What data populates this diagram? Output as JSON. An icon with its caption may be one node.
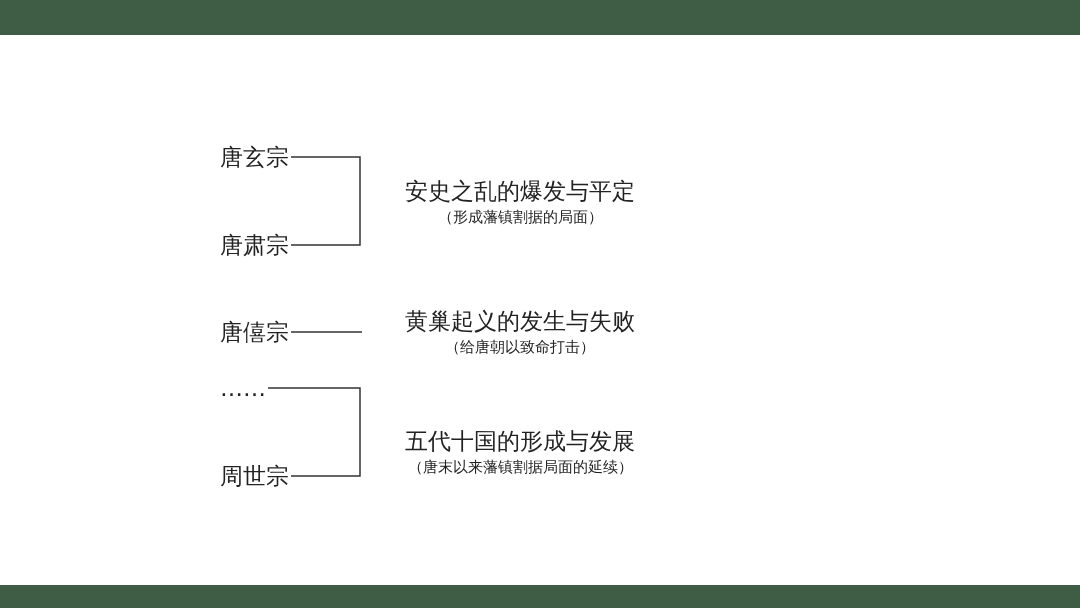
{
  "diagram": {
    "nodes": [
      {
        "text": [
          "唐玄宗"
        ]
      },
      {
        "text": [
          "唐肃宗"
        ]
      },
      {
        "text": [
          "安史之乱的爆发与平定",
          "（形成藩镇割据的局面）"
        ]
      },
      {
        "text": [
          "唐僖宗"
        ]
      },
      {
        "text": [
          "黄巢起义的发生与失败",
          "（给唐朝以致命打击）"
        ]
      },
      {
        "text": [
          "……"
        ]
      },
      {
        "text": [
          "周世宗"
        ]
      },
      {
        "text": [
          "五代十国的形成与发展",
          "（唐末以来藩镇割据局面的延续）"
        ]
      }
    ],
    "edges": [
      {
        "from": 0,
        "to": 2,
        "arrow": "none"
      },
      {
        "from": 1,
        "to": 2,
        "arrow": "none"
      },
      {
        "from": 3,
        "to": 4,
        "arrow": "none"
      },
      {
        "from": 5,
        "to": 7,
        "arrow": "none"
      },
      {
        "from": 6,
        "to": 7,
        "arrow": "none"
      }
    ]
  }
}
